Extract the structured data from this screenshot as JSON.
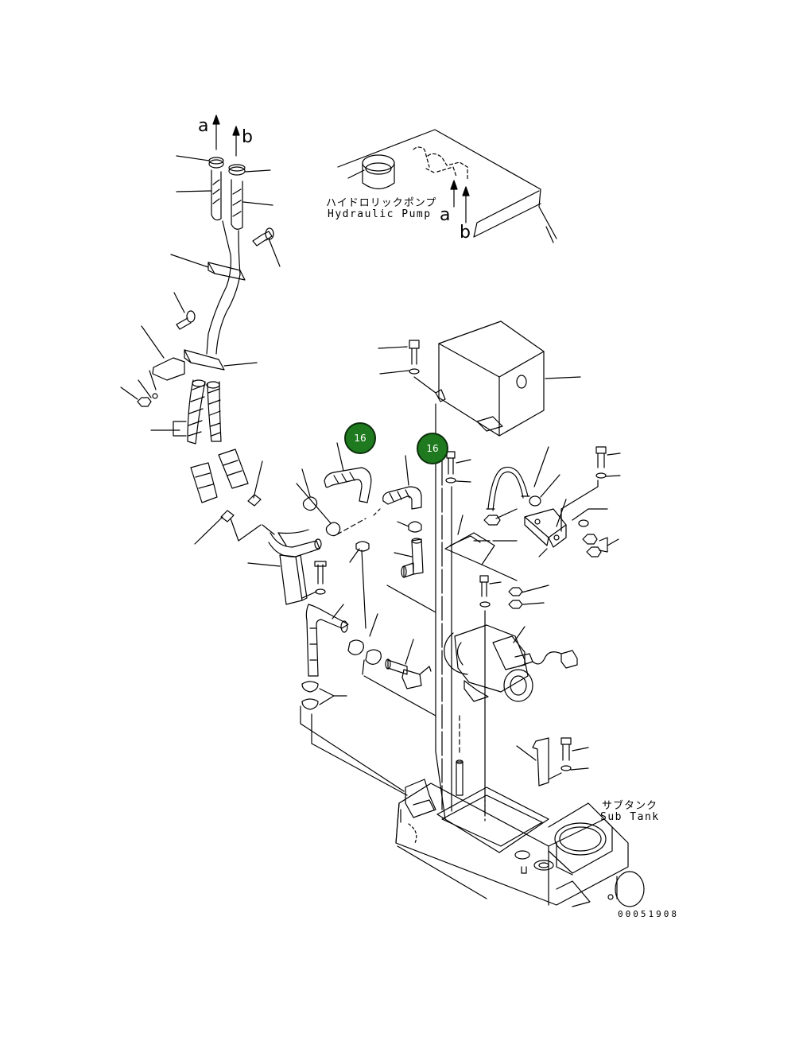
{
  "colors": {
    "line": "#000000",
    "callout_fill": "#1f7a1f",
    "callout_text": "#ffffff"
  },
  "arrows_top_left": {
    "a": "a",
    "b": "b"
  },
  "arrows_pump": {
    "a": "a",
    "b": "b"
  },
  "hydraulic_pump": {
    "jp": "ハイドロリックポンプ",
    "en": "Hydraulic Pump"
  },
  "sub_tank": {
    "jp": "サブタンク",
    "en": "Sub Tank"
  },
  "callouts": [
    {
      "id": "c1",
      "label": "16"
    },
    {
      "id": "c2",
      "label": "16"
    }
  ],
  "drawing_code": "00051908"
}
